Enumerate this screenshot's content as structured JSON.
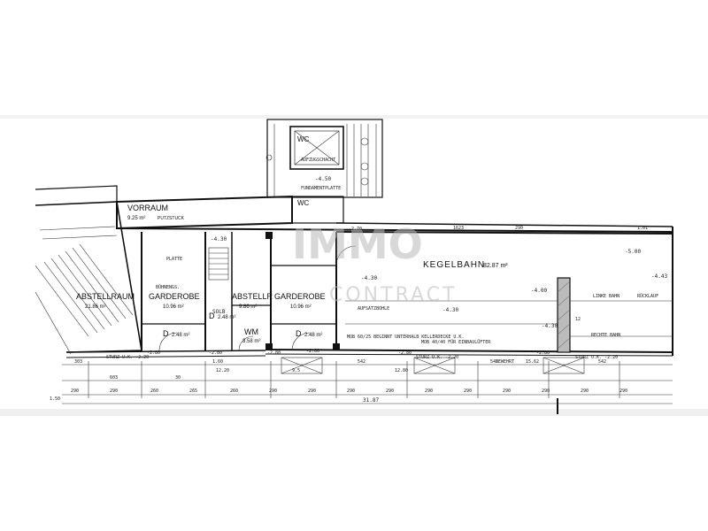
{
  "rooms": [
    {
      "name": "VORRAUM",
      "area": "9.25 m²",
      "note": "PUTZSTUCK"
    },
    {
      "name": "ABSTELLRAUM",
      "area": "21.86 m²"
    },
    {
      "name": "GARDEROBE",
      "area": "10.96 m²"
    },
    {
      "name": "ABSTELLR",
      "area": "9.86 m²"
    },
    {
      "name": "GARDEROBE",
      "area": "10.96 m²"
    },
    {
      "name": "KEGELBAHN",
      "area": "82.87 m²"
    },
    {
      "name": "WM",
      "area": "3.58 m²"
    },
    {
      "name": "WC",
      "area": ""
    },
    {
      "name": "WC",
      "area": ""
    },
    {
      "name": "D",
      "area": "2.48 m²"
    },
    {
      "name": "D",
      "area": "2.48 m²"
    },
    {
      "name": "D",
      "area": "2.48 m²"
    }
  ],
  "notes": {
    "buhne": "BÜHNENGS.",
    "solb": "SOLB",
    "aufzugschacht": "AUFZUGSCHACHT",
    "linke_bahn": "LINKE BAHN",
    "rechte_bahn": "RECHTE BAHN",
    "ruecklauf": "RÜCKLAUF",
    "aufsatzbohle": "AUFSATZBOHLE",
    "platte": "PLATTE",
    "fundament": "FUNDAMENTPLATTE",
    "sturz1": "STURZ U.K. -2.20",
    "sturz2": "STURZ U.K. -2.20",
    "sturz3": "STURZ U.K. -2.20",
    "mob": "MOB 40/40 FÜR EINBAULÜFTER",
    "kellerdecke": "MOB 60/25 BEGINNT UNTERHALB KELLERDECKE U.K.",
    "bewehrt": "BEWEHRT"
  },
  "levels": [
    "-2.80",
    "-2.80",
    "-2.80",
    "-2.80",
    "-2.80",
    "-4.30",
    "-4.30",
    "-4.30",
    "-4.50",
    "-4.00",
    "-4.43",
    "-2.60",
    "-2.70",
    "-4.30",
    "-5.00"
  ],
  "dimensions": {
    "top": [
      "1623",
      "290",
      "12",
      "1.01"
    ],
    "row1": [
      "303",
      "603",
      "30",
      "1.60",
      "542",
      "542",
      "15.62",
      "542"
    ],
    "row2": [
      "290",
      "290",
      "260",
      "265",
      "260",
      "290",
      "290",
      "290",
      "290",
      "290",
      "290",
      "290",
      "290",
      "290",
      "290"
    ],
    "total": "31.87",
    "sub": [
      "12.20",
      "9.5",
      "12.80",
      "1.50"
    ]
  },
  "watermark": {
    "main": "IMMO",
    "sub": "CONTRACT"
  },
  "colors": {
    "line": "#111111",
    "paper": "#ffffff",
    "watermark": "#b9b9b9"
  }
}
